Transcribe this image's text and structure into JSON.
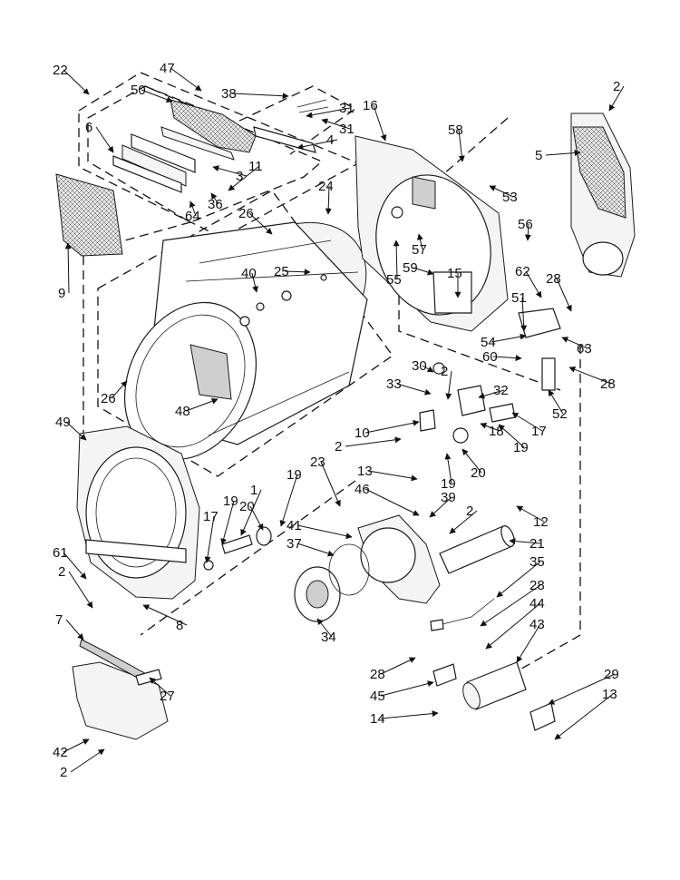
{
  "callouts": [
    "1",
    "2",
    "3",
    "4",
    "5",
    "6",
    "7",
    "8",
    "9",
    "10",
    "11",
    "12",
    "13",
    "14",
    "15",
    "16",
    "17",
    "18",
    "19",
    "20",
    "21",
    "22",
    "23",
    "24",
    "25",
    "26",
    "27",
    "28",
    "29",
    "30",
    "31",
    "32",
    "33",
    "34",
    "35",
    "36",
    "37",
    "38",
    "39",
    "40",
    "41",
    "42",
    "43",
    "44",
    "45",
    "46",
    "47",
    "48",
    "49",
    "50",
    "51",
    "52",
    "53",
    "54",
    "55",
    "56",
    "57",
    "58",
    "59",
    "60",
    "61",
    "62",
    "63",
    "64"
  ],
  "colors": {
    "line": "#1a1a1a",
    "background": "#ffffff",
    "shade": "#cfcfcf"
  }
}
